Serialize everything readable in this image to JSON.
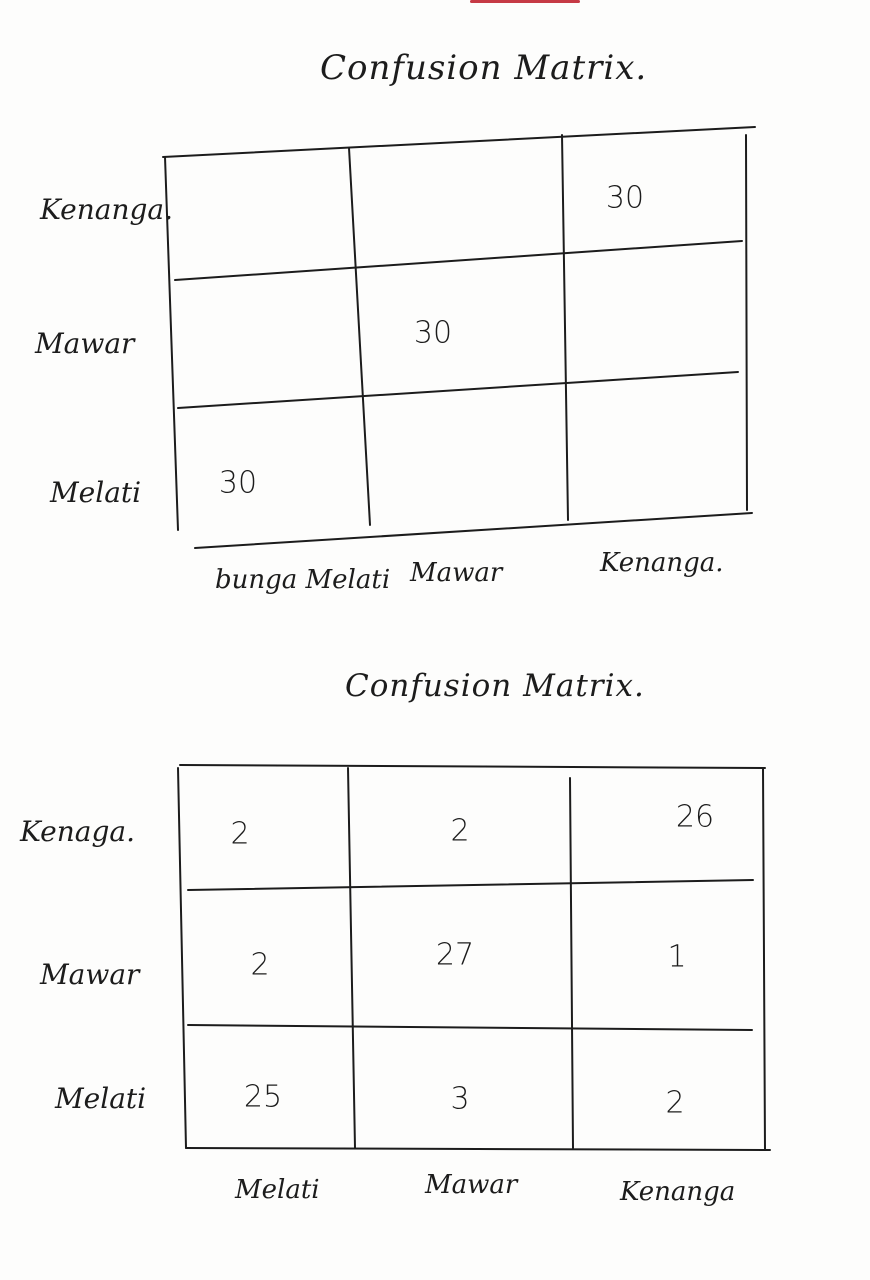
{
  "matrices": [
    {
      "title": "Confusion Matrix.",
      "row_labels": [
        "Kenanga.",
        "Mawar",
        "Melati"
      ],
      "col_labels": [
        "bunga Melati",
        "Mawar",
        "Kenanga."
      ],
      "cells": [
        [
          "",
          "",
          "30"
        ],
        [
          "",
          "30",
          ""
        ],
        [
          "30",
          "",
          ""
        ]
      ]
    },
    {
      "title": "Confusion Matrix.",
      "row_labels": [
        "Kenaga.",
        "Mawar",
        "Melati"
      ],
      "col_labels": [
        "Melati",
        "Mawar",
        "Kenanga"
      ],
      "cells": [
        [
          "2",
          "2",
          "26"
        ],
        [
          "2",
          "27",
          "1"
        ],
        [
          "25",
          "3",
          "2"
        ]
      ]
    }
  ]
}
